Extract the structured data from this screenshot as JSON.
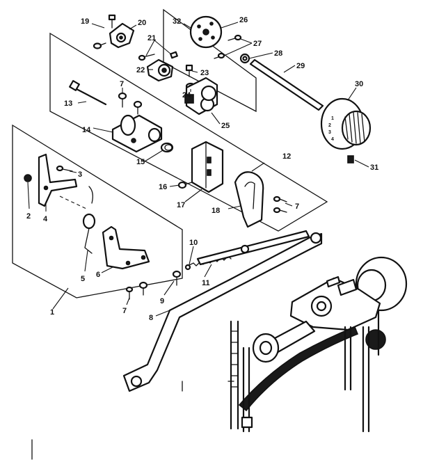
{
  "callouts": [
    {
      "id": "c1",
      "text": "1"
    },
    {
      "id": "c2",
      "text": "2"
    },
    {
      "id": "c3",
      "text": "3"
    },
    {
      "id": "c4",
      "text": "4"
    },
    {
      "id": "c5",
      "text": "5"
    },
    {
      "id": "c6",
      "text": "6"
    },
    {
      "id": "c7a",
      "text": "7"
    },
    {
      "id": "c7b",
      "text": "7"
    },
    {
      "id": "c7c",
      "text": "7"
    },
    {
      "id": "c8",
      "text": "8"
    },
    {
      "id": "c9",
      "text": "9"
    },
    {
      "id": "c10",
      "text": "10"
    },
    {
      "id": "c11",
      "text": "11"
    },
    {
      "id": "c12",
      "text": "12"
    },
    {
      "id": "c13",
      "text": "13"
    },
    {
      "id": "c14",
      "text": "14"
    },
    {
      "id": "c15",
      "text": "15"
    },
    {
      "id": "c16",
      "text": "16"
    },
    {
      "id": "c17",
      "text": "17"
    },
    {
      "id": "c18",
      "text": "18"
    },
    {
      "id": "c19",
      "text": "19"
    },
    {
      "id": "c20",
      "text": "20"
    },
    {
      "id": "c21",
      "text": "21"
    },
    {
      "id": "c22",
      "text": "22"
    },
    {
      "id": "c23",
      "text": "23"
    },
    {
      "id": "c24",
      "text": "24"
    },
    {
      "id": "c25",
      "text": "25"
    },
    {
      "id": "c26",
      "text": "26"
    },
    {
      "id": "c27",
      "text": "27"
    },
    {
      "id": "c28",
      "text": "28"
    },
    {
      "id": "c29",
      "text": "29"
    },
    {
      "id": "c30",
      "text": "30"
    },
    {
      "id": "c31",
      "text": "31"
    },
    {
      "id": "c32",
      "text": "32"
    }
  ],
  "dial_marks": [
    "1",
    "2",
    "3",
    "4"
  ]
}
